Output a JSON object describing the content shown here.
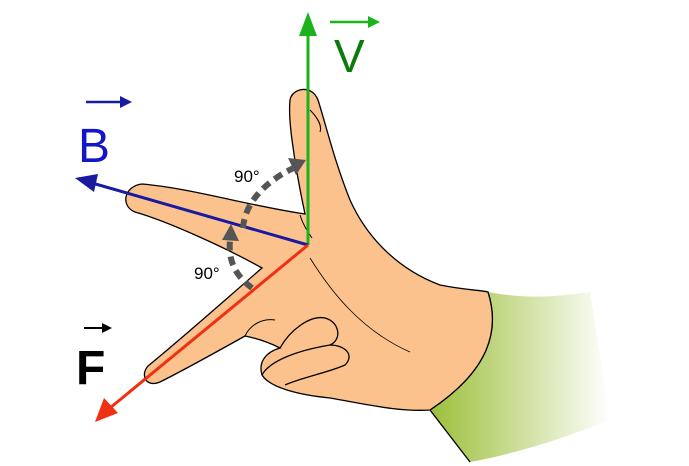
{
  "labels": {
    "v": "V",
    "b": "B",
    "f": "F",
    "angle_top": "90°",
    "angle_bottom": "90°"
  },
  "colors": {
    "v": "#1bb31b",
    "v_text": "#0a7a0a",
    "b": "#1a1aa0",
    "b_text": "#1414c8",
    "f": "#f03010",
    "f_text": "#000000",
    "skin": "#fcc28e",
    "sleeve": "#9cbf3a",
    "arc": "#555555"
  }
}
